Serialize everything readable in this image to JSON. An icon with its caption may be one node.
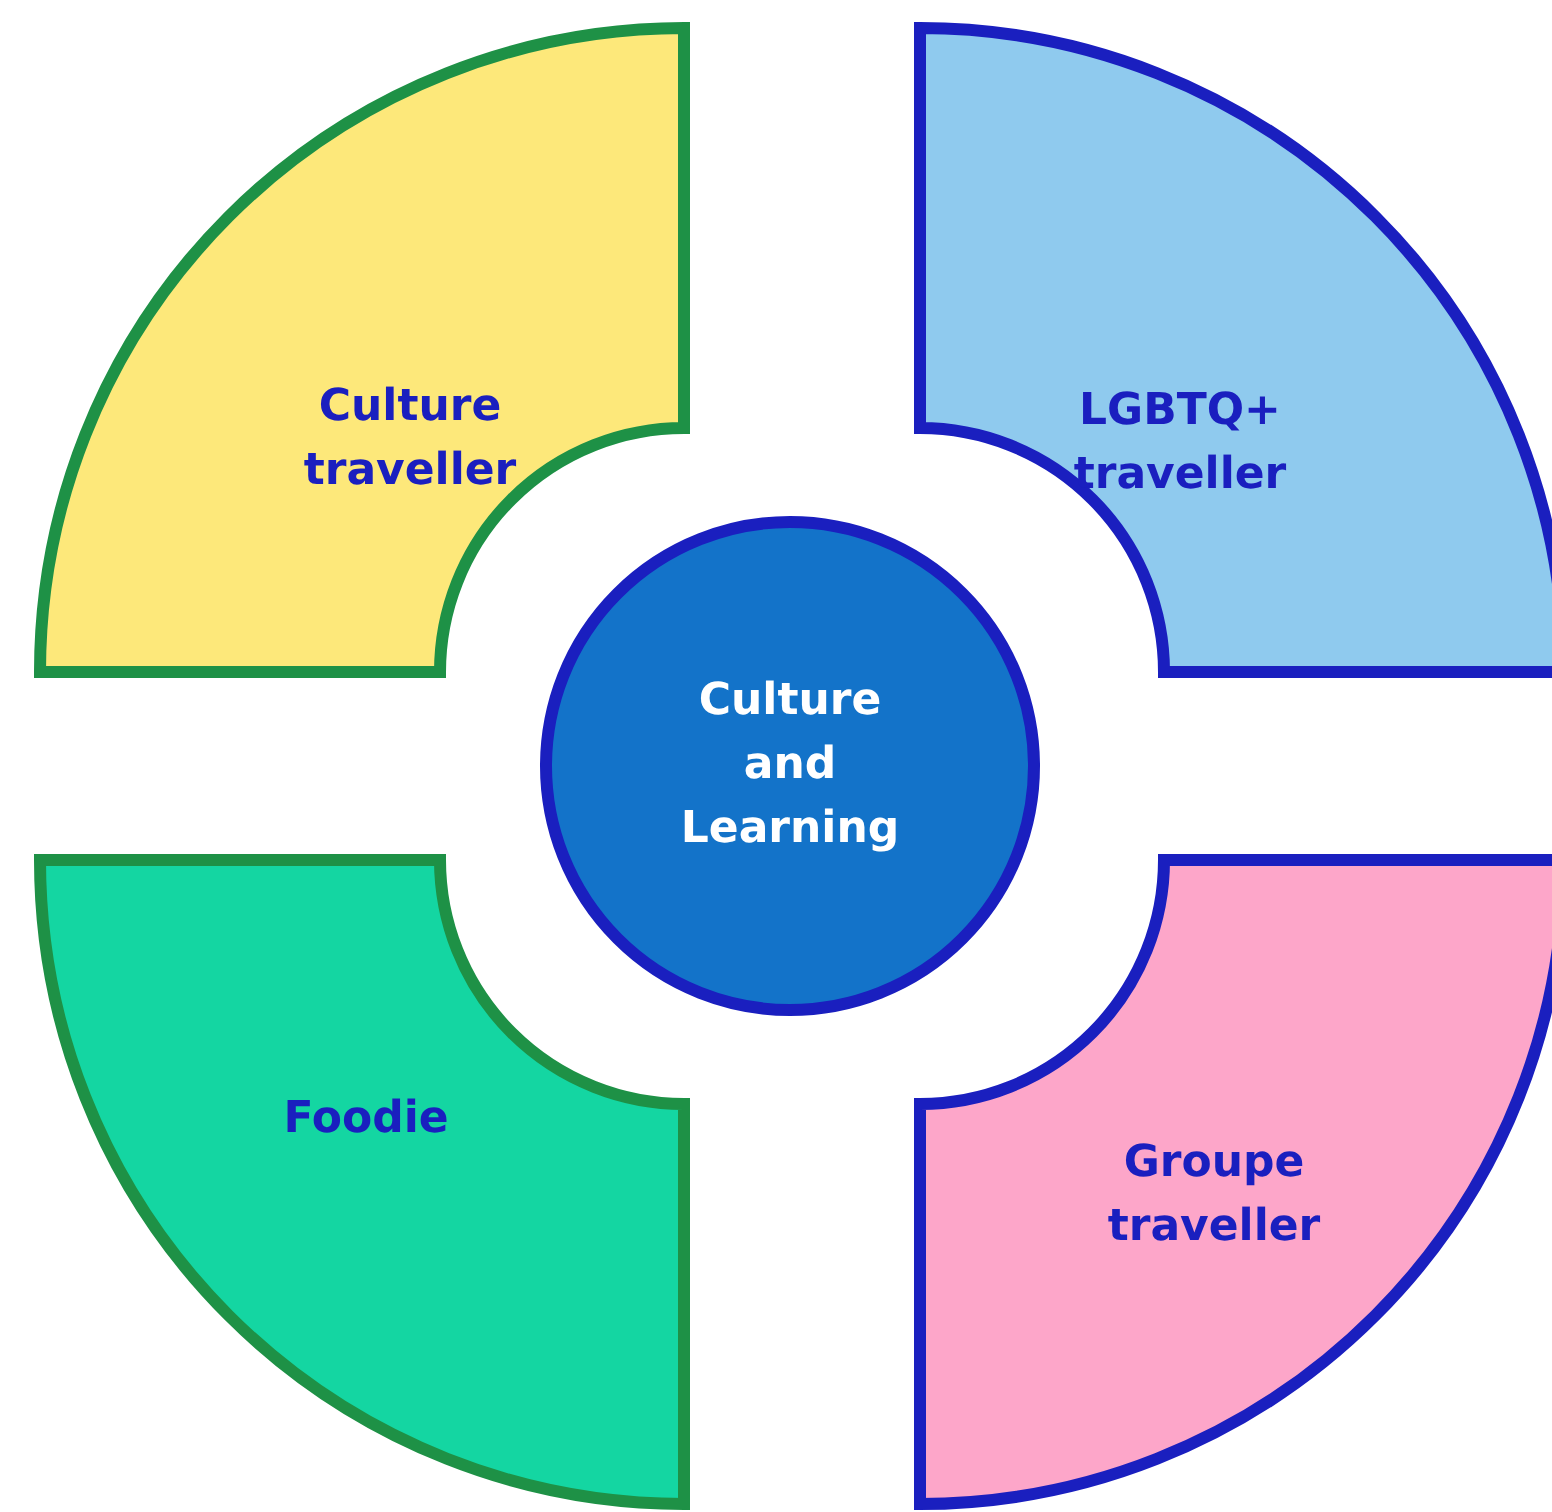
{
  "diagram": {
    "nodes": [
      {
        "text": [
          "Culture traveller"
        ]
      },
      {
        "text": [
          "LGBTQ+ traveller"
        ]
      },
      {
        "text": [
          "Culture and Learning"
        ]
      },
      {
        "text": [
          "Foodie"
        ]
      },
      {
        "text": [
          "Groupe traveller"
        ]
      }
    ]
  }
}
